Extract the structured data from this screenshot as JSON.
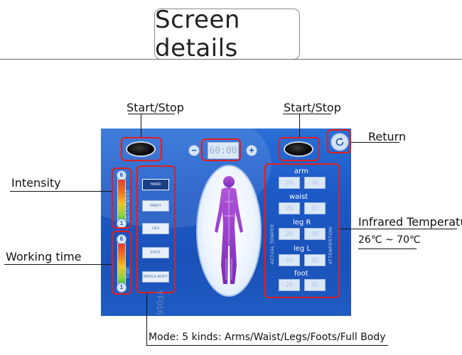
{
  "header": {
    "title": "Screen details"
  },
  "callouts": {
    "start_stop_left": "Start/Stop",
    "start_stop_right": "Start/Stop",
    "return": "Return",
    "intensity": "Intensity",
    "working_time": "Working time",
    "infrared_temperature": "Infrared Temperature",
    "temperature_range": "26℃ ~ 70℃",
    "mode": "Mode: 5 kinds: Arms/Waist/Legs/Foots/Full Body"
  },
  "screen": {
    "timer": "60:00",
    "timer_minus": "−",
    "timer_plus": "+",
    "intensity_top": "6",
    "intensity_bottom": "1",
    "time_top": "6",
    "time_bottom": "1",
    "intensity_side_label": "ADJUSTMENT",
    "time_side_label": "TIME",
    "modes": [
      "HAND",
      "WAIST",
      "LEG",
      "FOOT",
      "WHOLE BODY"
    ],
    "brand": "YF016",
    "zones": [
      {
        "name": "arm",
        "actual": "26",
        "target": "30"
      },
      {
        "name": "waist",
        "actual": "26",
        "target": "30"
      },
      {
        "name": "leg R",
        "actual": "26",
        "target": "30"
      },
      {
        "name": "leg L",
        "actual": "26",
        "target": "30"
      },
      {
        "name": "foot",
        "actual": "26",
        "target": "30"
      }
    ],
    "actual_label": "ACTUAL TEMPER",
    "attempt_label": "ATTEMPERTION"
  },
  "colors": {
    "callout_box": "#e01f1f",
    "screen_bg": "#1c59c7"
  }
}
